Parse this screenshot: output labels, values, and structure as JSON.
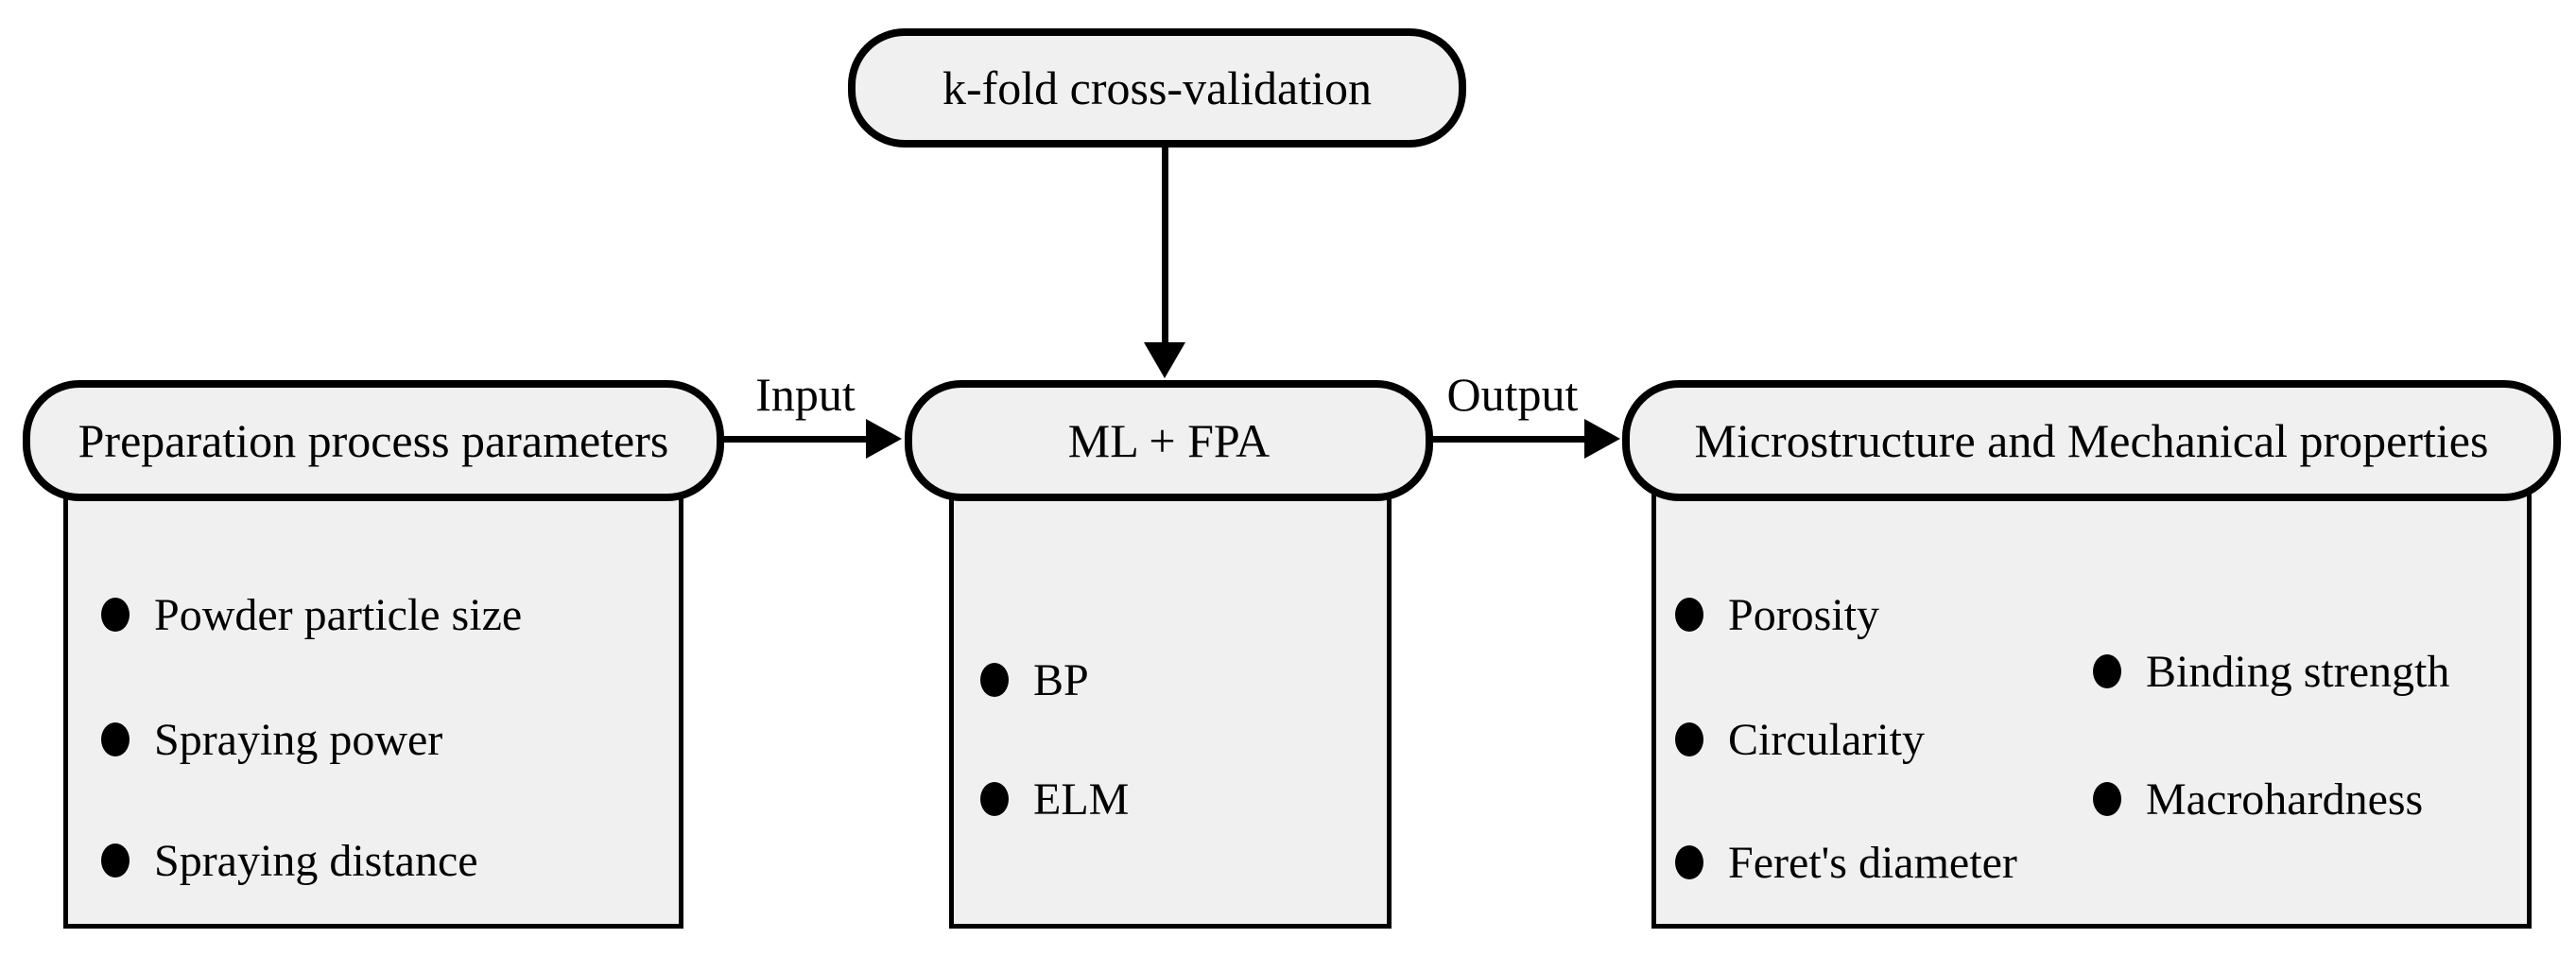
{
  "colors": {
    "node_fill": "#f0f0f0",
    "line": "#000000",
    "text": "#000000",
    "page_bg": "#ffffff"
  },
  "top_node": {
    "label": "k-fold cross-validation"
  },
  "edges": {
    "input_label": "Input",
    "output_label": "Output"
  },
  "left_node": {
    "title": "Preparation process parameters",
    "items": [
      "Powder particle size",
      "Spraying power",
      "Spraying distance"
    ]
  },
  "middle_node": {
    "title": "ML + FPA",
    "items": [
      "BP",
      "ELM"
    ]
  },
  "right_node": {
    "title": "Microstructure and Mechanical properties",
    "items_left": [
      "Porosity",
      "Circularity",
      "Feret's diameter"
    ],
    "items_right": [
      "Binding strength",
      "Macrohardness"
    ]
  }
}
